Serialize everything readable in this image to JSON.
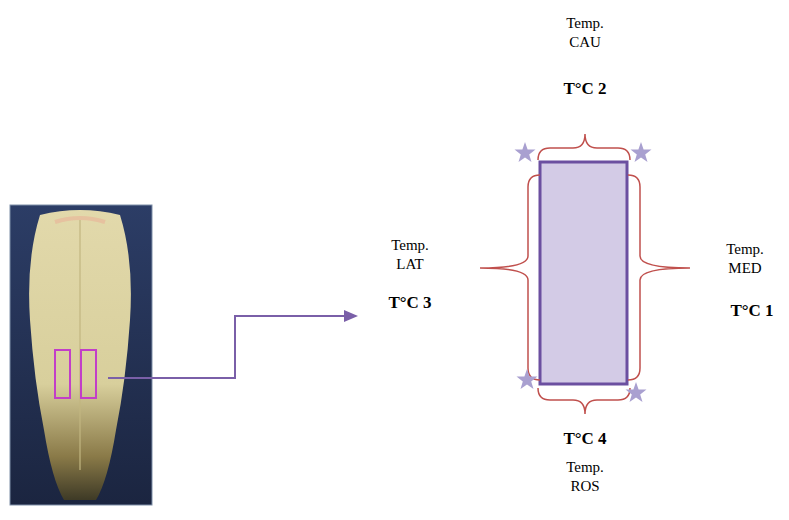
{
  "diagram": {
    "labels": [
      "Temp. CAU",
      "T°C 2",
      "Temp. LAT",
      "T°C 3",
      "Temp. MED",
      "T°C 1",
      "T°C 4",
      "Temp. ROS"
    ]
  }
}
